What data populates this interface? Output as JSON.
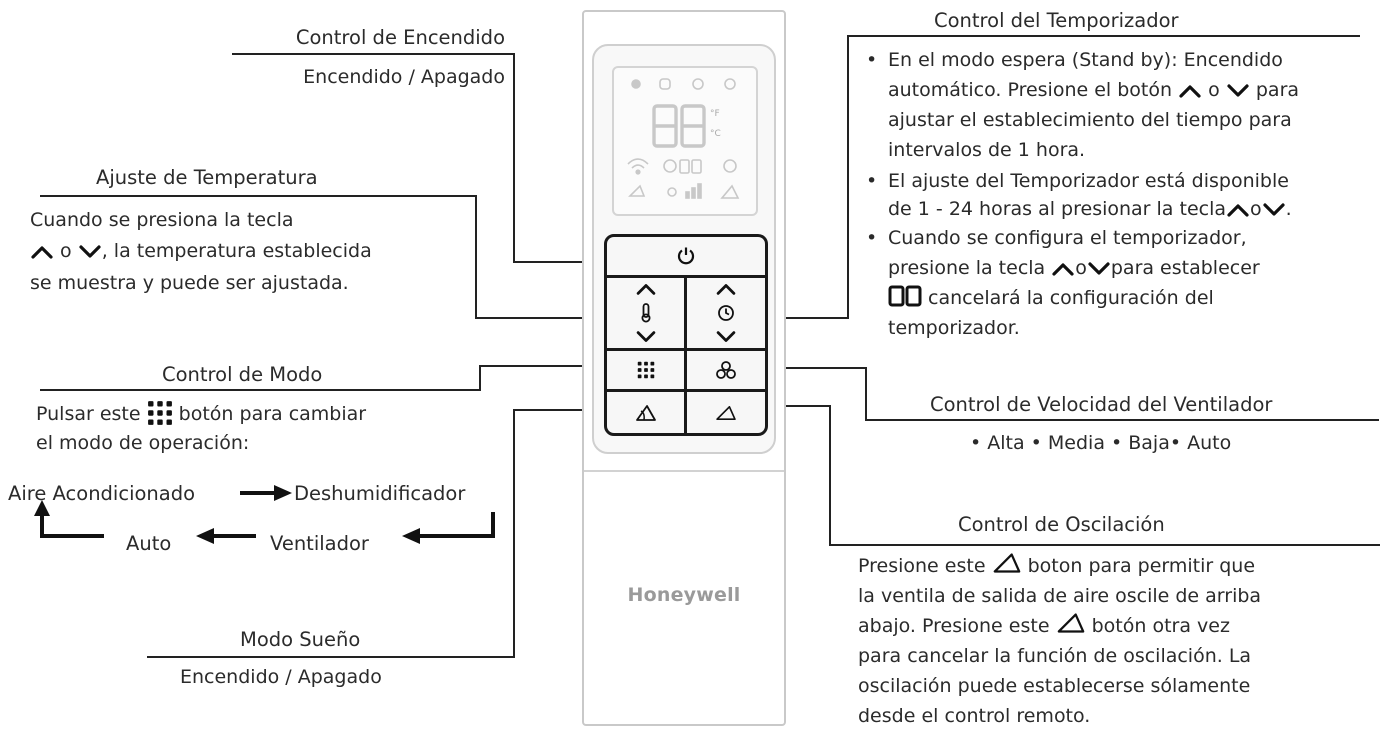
{
  "power": {
    "title": "Control de Encendido",
    "subtitle": "Encendido / Apagado"
  },
  "temperature": {
    "title": "Ajuste de Temperatura",
    "line1": "Cuando se presiona la tecla",
    "line2_rest": ", la temperatura establecida",
    "line2_o": "o",
    "line3": "se muestra y puede ser ajustada."
  },
  "mode": {
    "title": "Control de Modo",
    "line1_a": "Pulsar este",
    "line1_b": "botón para cambiar",
    "line2": "el modo de operación:",
    "flow_ac": "Aire Acondicionado",
    "flow_dehum": "Deshumidificador",
    "flow_fan": "Ventilador",
    "flow_auto": "Auto"
  },
  "sleep": {
    "title": "Modo Sueño",
    "subtitle": "Encendido / Apagado"
  },
  "timer": {
    "title": "Control del Temporizador",
    "b1_l1": "En el modo espera (Stand by): Encendido",
    "b1_l2_a": "automático. Presione el botón",
    "b1_l2_o": "o",
    "b1_l2_b": "para",
    "b1_l3": "ajustar el establecimiento del tiempo para",
    "b1_l4": "intervalos de 1 hora.",
    "b2_l1": "El ajuste del Temporizador está disponible",
    "b2_l2_a": "de 1 - 24 horas al presionar la tecla",
    "b2_l2_o": "o",
    "b3_l1": "Cuando se configura el temporizador,",
    "b3_l2_a": "presione la tecla",
    "b3_l2_o": "o",
    "b3_l2_b": "para establecer",
    "b3_l3": "cancelará la configuración del",
    "b3_l4": "temporizador."
  },
  "fan": {
    "title": "Control de Velocidad del Ventilador",
    "speeds": "• Alta • Media • Baja• Auto"
  },
  "swing": {
    "title": "Control de Oscilación",
    "l1_a": "Presione este",
    "l1_b": "boton para permitir que",
    "l2": "la ventila de salida de aire oscile de arriba",
    "l3_a": "abajo. Presione este",
    "l3_b": "botón otra vez",
    "l4": "para cancelar la función de oscilación. La",
    "l5": "oscilación puede establecerse sólamente",
    "l6": "desde el control remoto."
  },
  "remote": {
    "brand": "Honeywell",
    "display_digits": "88",
    "unit_f": "°F",
    "unit_c": "°C",
    "timer_digits": "88"
  },
  "icons": {
    "up": "chevron-up-icon",
    "down": "chevron-down-icon",
    "power": "power-icon",
    "thermo": "thermometer-icon",
    "clock": "clock-icon",
    "mode": "mode-grid-icon",
    "fan": "fan-icon",
    "sleep": "sleep-icon",
    "swing": "swing-icon"
  }
}
